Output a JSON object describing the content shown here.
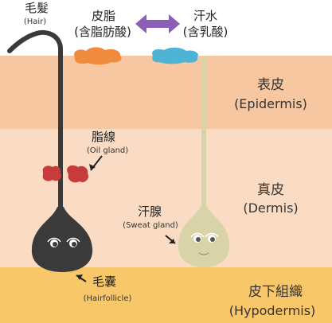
{
  "colors": {
    "background": "#ffffff",
    "epidermis": "#f6c7a0",
    "dermis": "#f9dcc3",
    "hypodermis": "#f8c76a",
    "hair": "#3a3a3a",
    "sebum": "#f08a3c",
    "sweat_drop": "#4fb3d6",
    "sweat_gland": "#d8d3a8",
    "oil_gland": "#c73b3b",
    "arrow": "#8a5fb5"
  },
  "labels": {
    "hair": {
      "zh": "毛髮",
      "en": "(Hair)"
    },
    "sebum": {
      "zh": "皮脂",
      "sub": "(含脂肪酸)"
    },
    "sweat": {
      "zh": "汗水",
      "sub": "(含乳酸)"
    },
    "epidermis": {
      "zh": "表皮",
      "en": "(Epidermis)"
    },
    "oil_gland": {
      "zh": "脂線",
      "en": "(Oil gland)"
    },
    "dermis": {
      "zh": "真皮",
      "en": "(Dermis)"
    },
    "sweat_gland": {
      "zh": "汗腺",
      "en": "(Sweat gland)"
    },
    "hair_follicle": {
      "zh": "毛囊",
      "en": "(Hairfollicle)"
    },
    "hypodermis": {
      "zh": "皮下組織",
      "en": "(Hypodermis)"
    }
  }
}
